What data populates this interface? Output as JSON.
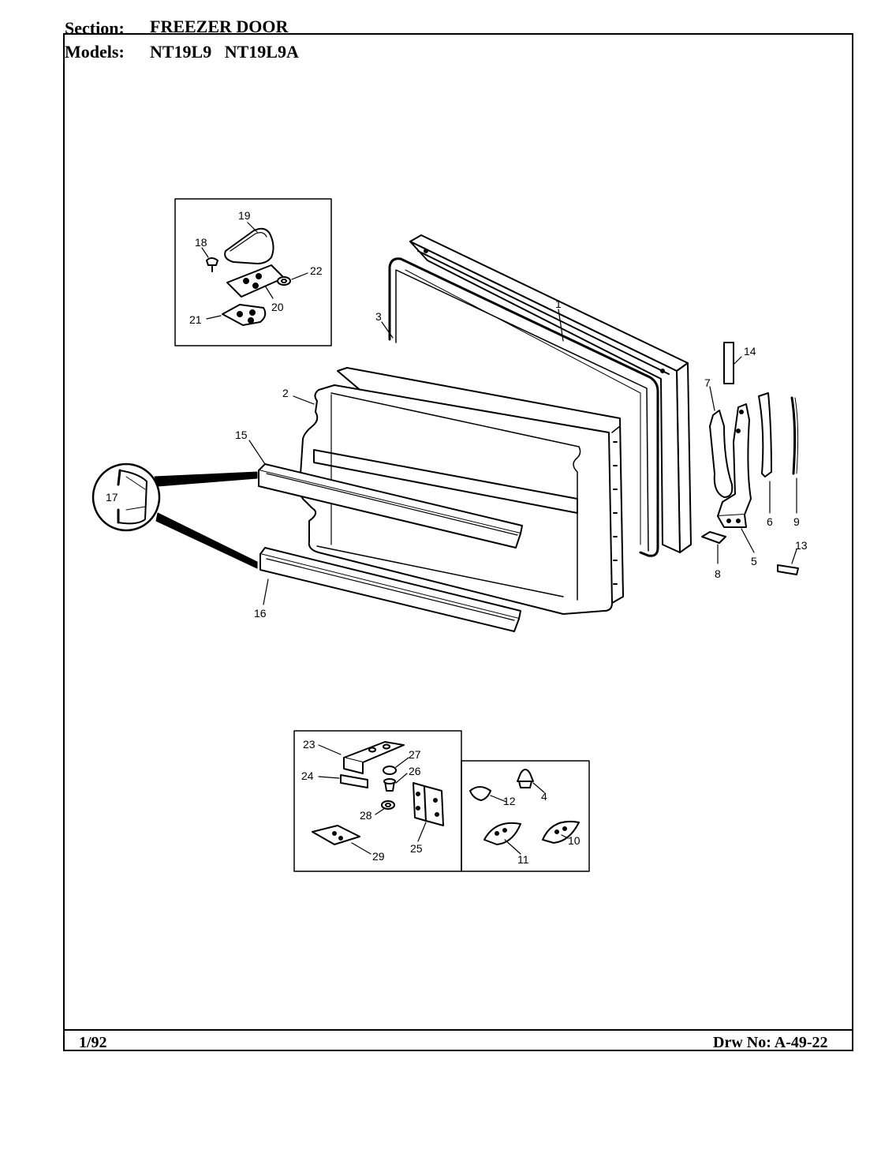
{
  "header": {
    "section_label": "Section:",
    "section_value": "FREEZER DOOR",
    "models_label": "Models:",
    "models_value": "NT19L9   NT19L9A"
  },
  "footer": {
    "date": "1/92",
    "drawing_number": "Drw No: A-49-22"
  },
  "callouts": {
    "p1": "1",
    "p2": "2",
    "p3": "3",
    "p4": "4",
    "p5": "5",
    "p6": "6",
    "p7": "7",
    "p8": "8",
    "p9": "9",
    "p10": "10",
    "p11": "11",
    "p12": "12",
    "p13": "13",
    "p14": "14",
    "p15": "15",
    "p16": "16",
    "p17": "17",
    "p18": "18",
    "p19": "19",
    "p20": "20",
    "p21": "21",
    "p22": "22",
    "p23": "23",
    "p24": "24",
    "p25": "25",
    "p26": "26",
    "p27": "27",
    "p28": "28",
    "p29": "29"
  }
}
